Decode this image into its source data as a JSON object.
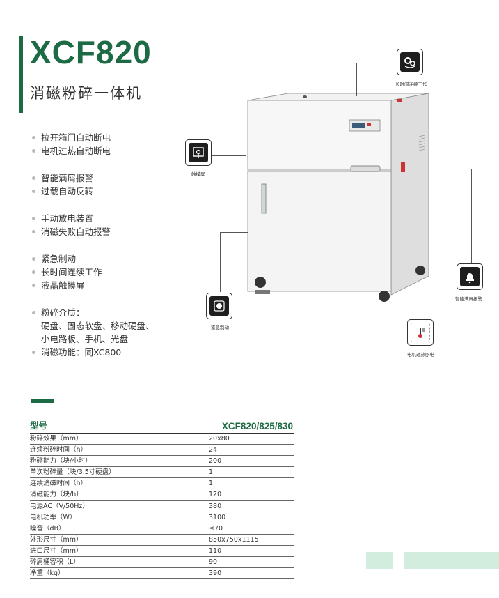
{
  "header": {
    "title": "XCF820",
    "subtitle": "消磁粉碎一体机"
  },
  "features": [
    [
      "拉开箱门自动断电",
      "电机过热自动断电"
    ],
    [
      "智能满屑报警",
      "过载自动反转"
    ],
    [
      "手动放电装置",
      "消磁失败自动报警"
    ],
    [
      "紧急制动",
      "长时间连续工作",
      "液晶触摸屏"
    ]
  ],
  "media": {
    "label": "粉碎介质：",
    "line1": "硬盘、固态软盘、移动硬盘、",
    "line2": "小电路板、手机、光盘",
    "degauss": "消磁功能：同XC800"
  },
  "callouts": {
    "continuous": {
      "label": "长时间连续工作",
      "icon": "gears-icon"
    },
    "touchscreen": {
      "label": "触摸屏",
      "icon": "touchscreen-icon"
    },
    "full_alarm": {
      "label": "智能满屑报警",
      "icon": "bell-alarm-icon"
    },
    "emergency": {
      "label": "紧急制动",
      "icon": "emergency-stop-icon"
    },
    "overheat": {
      "label": "电机过热断电",
      "icon": "thermometer-icon"
    }
  },
  "spec": {
    "header_label": "型号",
    "header_value": "XCF820/825/830",
    "rows": [
      {
        "k": "粉碎效果（mm）",
        "v": "20x80"
      },
      {
        "k": "连续粉碎时间（h）",
        "v": "24"
      },
      {
        "k": "粉碎能力（块/小时）",
        "v": "200"
      },
      {
        "k": "单次粉碎量（块/3.5寸硬盘）",
        "v": "1"
      },
      {
        "k": "连续消磁时间（h）",
        "v": "1"
      },
      {
        "k": "消磁能力（块/h）",
        "v": "120"
      },
      {
        "k": "电源AC（V/50Hz）",
        "v": "380"
      },
      {
        "k": "电机功率（W）",
        "v": "3100"
      },
      {
        "k": "噪音（dB）",
        "v": "≤70"
      },
      {
        "k": "外形尺寸（mm）",
        "v": "850x750x1115"
      },
      {
        "k": "进口尺寸（mm）",
        "v": "110"
      },
      {
        "k": "碎屑桶容积（L）",
        "v": "90"
      },
      {
        "k": "净重（kg）",
        "v": "390"
      }
    ]
  },
  "colors": {
    "brand_green": "#1d6b45",
    "light_green": "#d2ecdd"
  }
}
